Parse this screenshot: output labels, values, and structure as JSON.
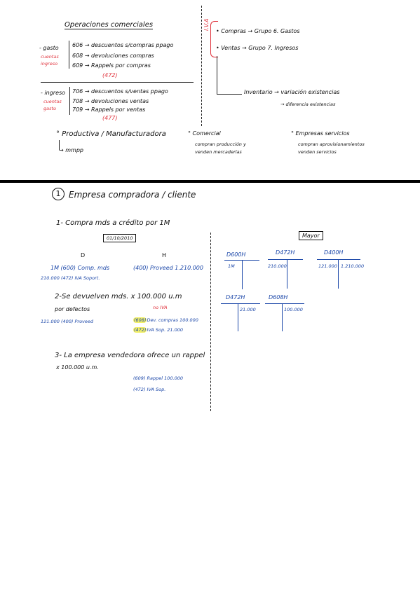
{
  "top": {
    "title": "Operaciones comerciales",
    "gasto": {
      "label": "- gasto",
      "red_label_1": "cuentas",
      "red_label_2": "ingreso",
      "lines": [
        "606 → descuentos s/compras ppago",
        "608 → devoluciones compras",
        "609 → Rappels por compras"
      ],
      "total": "(472)"
    },
    "ingreso": {
      "label": "- ingreso",
      "red_label_1": "cuentas",
      "red_label_2": "gasto",
      "lines": [
        "706 → descuentos s/ventas ppago",
        "708 → devoluciones ventas",
        "709 → Rappels por ventas"
      ],
      "total": "(477)"
    },
    "iva_label": "I.V.A",
    "compras": "• Compras → Grupo 6. Gastos",
    "ventas": "• Ventas → Grupo 7. Ingresos",
    "inventario": "Inventario → variación existencias",
    "diferencia": "→ diferencia existencias"
  },
  "types": {
    "productiva": "° Productiva / Manufacturadora",
    "mmpp": "→ mmpp",
    "comercial": "° Comercial",
    "comercial_sub_1": "compran producción y",
    "comercial_sub_2": "venden mercaderías",
    "servicios": "° Empresas servicios",
    "servicios_sub_1": "compran aprovisionamientos",
    "servicios_sub_2": "venden servicios"
  },
  "section": {
    "number": "1",
    "title": "Empresa compradora / cliente"
  },
  "step1": {
    "text": "1- Compra mds a crédito por 1M",
    "date": "01/10/2010",
    "col_d": "D",
    "col_h": "H",
    "d_line_1": "1M (600) Comp. mds",
    "d_line_2": "210.000 (472) IVA Soport.",
    "h_line": "(400) Proveed 1.210.000"
  },
  "mayor": {
    "title": "Mayor",
    "accounts_row1": [
      {
        "name": "D600H",
        "left": "1M",
        "right": ""
      },
      {
        "name": "D472H",
        "left": "210.000",
        "right": ""
      },
      {
        "name": "D400H",
        "left": "121.000",
        "right": "1.210.000"
      }
    ],
    "accounts_row2": [
      {
        "name": "D472H",
        "left": "",
        "right": "21.000"
      },
      {
        "name": "D608H",
        "left": "",
        "right": "100.000"
      }
    ]
  },
  "step2": {
    "text": "2-Se devuelven mds. x 100.000 u.m",
    "note": "no IVA",
    "sub": "por defectos",
    "d_line": "121.000 (400) Proveed",
    "h_line_1_code": "(608)",
    "h_line_1": "Dev. compras 100.000",
    "h_line_2_code": "(472)",
    "h_line_2": "IVA Sop. 21.000"
  },
  "step3": {
    "text": "3- La empresa vendedora ofrece un rappel",
    "sub": "x 100.000 u.m.",
    "h_line_1": "(609) Rappel 100.000",
    "h_line_2": "(472) IVA Sop."
  }
}
